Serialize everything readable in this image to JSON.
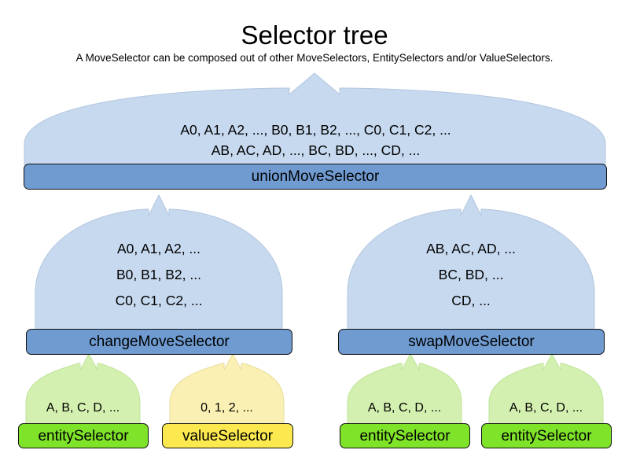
{
  "header": {
    "title": "Selector tree",
    "subtitle": "A MoveSelector can be composed out of other MoveSelectors, EntitySelectors and/or ValueSelectors."
  },
  "colors": {
    "move_dome": "#c7d9ef",
    "move_bar": "#6f9bd1",
    "entity_dome": "#d4f0b0",
    "entity_bar": "#7fe32a",
    "value_dome": "#faf0b3",
    "value_bar": "#fbe94f",
    "outline": "#111111",
    "background": "#ffffff"
  },
  "nodes": {
    "union": {
      "label": "unionMoveSelector",
      "kind": "move-selector",
      "lines": [
        "A0, A1, A2, ..., B0, B1, B2, ..., C0, C1, C2, ...",
        "AB, AC, AD, ..., BC, BD, ..., CD, ..."
      ]
    },
    "change": {
      "label": "changeMoveSelector",
      "kind": "move-selector",
      "lines": [
        "A0, A1, A2, ...",
        "B0, B1, B2, ...",
        "C0, C1, C2, ...",
        "..."
      ]
    },
    "swap": {
      "label": "swapMoveSelector",
      "kind": "move-selector",
      "lines": [
        "AB, AC, AD, ...",
        "BC, BD, ...",
        "CD, ...",
        "..."
      ]
    },
    "leaf1": {
      "label": "entitySelector",
      "kind": "entity-selector",
      "lines": [
        "A, B, C, D, ..."
      ]
    },
    "leaf2": {
      "label": "valueSelector",
      "kind": "value-selector",
      "lines": [
        "0, 1, 2, ..."
      ]
    },
    "leaf3": {
      "label": "entitySelector",
      "kind": "entity-selector",
      "lines": [
        "A, B, C, D, ..."
      ]
    },
    "leaf4": {
      "label": "entitySelector",
      "kind": "entity-selector",
      "lines": [
        "A, B, C, D, ..."
      ]
    }
  }
}
